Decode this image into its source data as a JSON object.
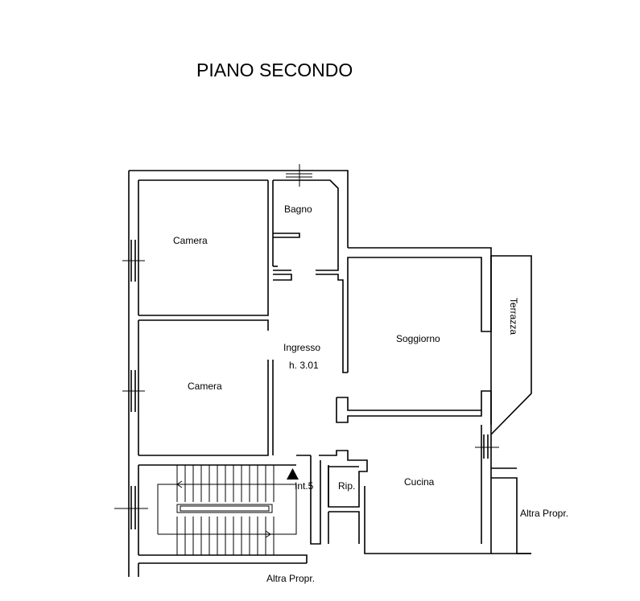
{
  "title": "PIANO SECONDO",
  "rooms": {
    "bagno": "Bagno",
    "camera_top": "Camera",
    "camera_bottom": "Camera",
    "ingresso": "Ingresso",
    "ingresso_height": "h. 3.01",
    "soggiorno": "Soggiorno",
    "terrazza": "Terrazza",
    "cucina": "Cucina",
    "ripostiglio": "Rip.",
    "interno": "Int.5"
  },
  "neighbors": {
    "right": "Altra Propr.",
    "bottom": "Altra Propr."
  },
  "colors": {
    "line": "#000000",
    "background": "#ffffff"
  }
}
